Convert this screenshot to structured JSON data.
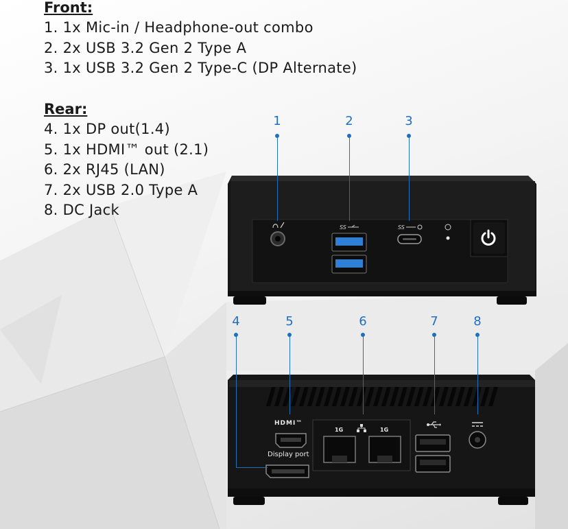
{
  "front": {
    "heading": "Front:",
    "items": [
      "1. 1x Mic-in / Headphone-out combo",
      "2. 2x USB 3.2 Gen 2 Type A",
      "3. 1x USB 3.2 Gen 2 Type-C (DP Alternate)"
    ]
  },
  "rear": {
    "heading": "Rear:",
    "items": [
      "4. 1x DP out(1.4)",
      "5. 1x HDMI™ out (2.1)",
      "6. 2x RJ45 (LAN)",
      "7. 2x USB 2.0 Type A",
      "8. DC Jack"
    ]
  },
  "callouts": {
    "c1": "1",
    "c2": "2",
    "c3": "3",
    "c4": "4",
    "c5": "5",
    "c6": "6",
    "c7": "7",
    "c8": "8"
  },
  "rear_panel": {
    "hdmi_logo": "HDMI™",
    "display_port_label": "Display port",
    "lan_left": "1G",
    "lan_right": "1G"
  },
  "front_panel": {
    "usb_c_mark": "SS"
  },
  "colors": {
    "accent": "#1f6fbf",
    "device_body": "#1b1b1b",
    "usb3_blue": "#2f7fd6"
  },
  "icons": {
    "headset": "headset-icon",
    "power": "power-icon",
    "usb": "usb-icon",
    "lan": "network-icon",
    "dc": "dc-power-icon"
  }
}
